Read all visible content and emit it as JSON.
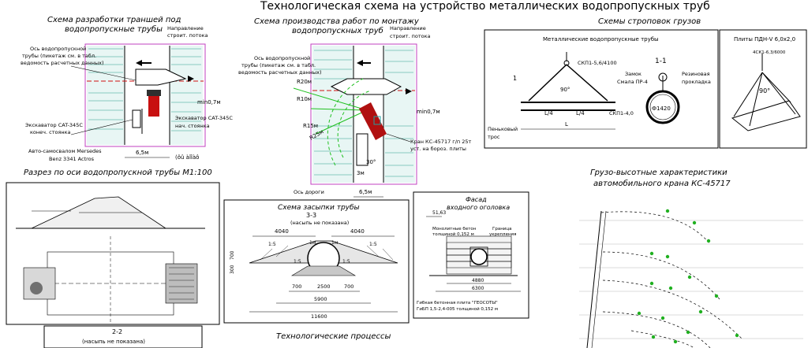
{
  "sheet_title": "Технологическая схема на устройство металлических водопропускных труб",
  "panel_trench": {
    "title_line1": "Схема разработки траншей под",
    "title_line2": "водопропускные трубы",
    "label_axis_1": "Ось водопропускной",
    "label_axis_2": "трубы (пикетаж см. в табл.",
    "label_axis_3": "ведомость расчетных данных)",
    "label_direction_1": "Направление",
    "label_direction_2": "строит. потока",
    "label_excavator_end_1": "Экскаватор CAT-345C",
    "label_excavator_end_2": "конеч. стоянка",
    "label_excavator_start_1": "Экскаватор CAT-345C",
    "label_excavator_start_2": "нач. стоянка",
    "label_truck_1": "Авто-самосвалом Mersedes",
    "label_truck_2": "Benz 3341 Actros",
    "label_min": "min0,7м",
    "dim_width": "6,5м",
    "dim_other": "(ôû àîîàô"
  },
  "panel_install": {
    "title_line1": "Схема производства работ по монтажу",
    "title_line2": "водопропускных труб",
    "label_axis_1": "Ось водопропускной",
    "label_axis_2": "трубы (пикетаж см. в табл.",
    "label_axis_3": "ведомость расчетных данных)",
    "label_direction_1": "Направление",
    "label_direction_2": "строит. потока",
    "label_crane_1": "Кран КС-45717 г/п 25т",
    "label_crane_2": "уст. на бороз. плиты",
    "label_road_axis": "Ось дороги",
    "label_min": "min0,7м",
    "r20": "R20м",
    "r10": "R10м",
    "r15": "R15м",
    "r25": "R25м",
    "angle": "30°",
    "dim_width": "6,5м",
    "dim_3m": "3м"
  },
  "panel_slinging": {
    "title": "Схемы строповок грузов",
    "box1_title": "Металлические водопропускные трубы",
    "sling1": "СКП1-5,6/4100",
    "sling2": "СКП1-4,0",
    "angle": "90°",
    "mark_1": "1",
    "section_11": "1-1",
    "lock_1": "Замок",
    "lock_2": "Смала ПР-4",
    "rubber_1": "Резиновая",
    "rubber_2": "прокладка",
    "diameter": "Ф1420",
    "l4a": "L/4",
    "l4b": "L/4",
    "l": "L",
    "hemp_1": "Пеньковый",
    "hemp_2": "трос",
    "box2_title": "Плиты ПДН-V 6,0х2,0",
    "sling3": "4СК1-6,3/6000",
    "angle2": "90°"
  },
  "panel_section_pipe": {
    "title": "Разрез по оси водопропускной трубы М1:100"
  },
  "panel_backfill": {
    "title": "Схема засыпки трубы",
    "subtitle": "3-3",
    "note": "(насыпь не показана)",
    "dim_4040a": "4040",
    "dim_4040b": "4040",
    "dim_700a": "700",
    "dim_2500": "2500",
    "dim_700b": "700",
    "dim_5900": "5900",
    "dim_11600": "11600",
    "slope1": "1:5",
    "slope2": "1:5",
    "slope3": "1:5",
    "slope4": "1:5",
    "label_1": "1м",
    "label_2": "1м",
    "dim_700h": "700",
    "dim_300": "300"
  },
  "panel_facade": {
    "title_line1": "Фасад",
    "title_line2": "входного оголовка",
    "elevation": "51,63",
    "label_concrete_1": "Монолитные бетон",
    "label_concrete_2": "толщиной 0,152 м",
    "label_boundary_1": "Граница",
    "label_boundary_2": "укрепления",
    "dim_4880": "4880",
    "dim_6300": "6300",
    "label_plate_1": "Гибкая бетонная плита \"ГЕОСОТЫ\"",
    "label_plate_2": "ГиБП 1,5-2,4-005 толщиной 0,152 м"
  },
  "panel_22": {
    "title": "2-2",
    "note": "(насыпь не показана)"
  },
  "processes_title": "Технологические процессы",
  "panel_crane_chart": {
    "title_line1": "Грузо-высотные характеристики",
    "title_line2": "автомобильного крана КС-45717"
  }
}
